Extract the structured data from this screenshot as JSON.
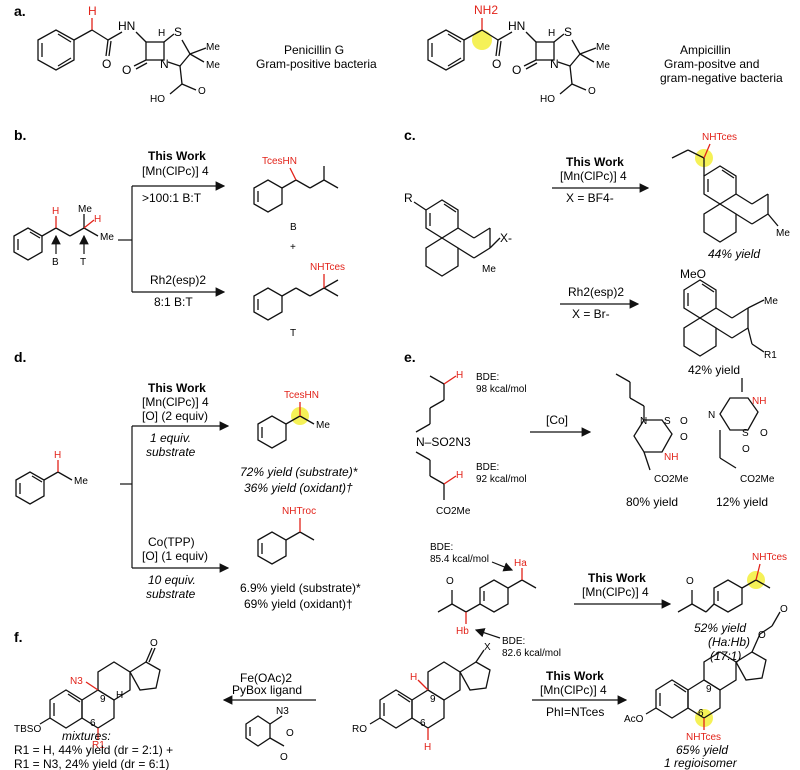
{
  "panels": {
    "a": {
      "label": "a.",
      "penicillin_name": "Penicillin G",
      "penicillin_desc": "Gram-positive bacteria",
      "ampicillin_name": "Ampicillin",
      "ampicillin_desc1": "Gram-positve and",
      "ampicillin_desc2": "gram-negative bacteria",
      "atom_H": "H",
      "atom_NH2": "NH2",
      "atom_HN": "HN",
      "atom_S": "S",
      "atom_N": "N",
      "atom_O": "O",
      "atom_HO": "HO",
      "atom_Me": "Me"
    },
    "b": {
      "label": "b.",
      "this_work": "This Work",
      "catalyst": "[Mn(ClPc)] 4",
      "selectivity_top": ">100:1 B:T",
      "rh_catalyst": "Rh2(esp)2",
      "selectivity_bottom": "8:1 B:T",
      "product_top_label": "TcesHN",
      "product_top_tag": "B",
      "plus": "+",
      "product_bottom_label": "NHTces",
      "product_bottom_tag": "T",
      "site_B": "B",
      "site_T": "T",
      "atom_H": "H",
      "atom_Me": "Me"
    },
    "c": {
      "label": "c.",
      "this_work": "This Work",
      "catalyst": "[Mn(ClPc)] 4",
      "x_bf4": "X = BF4-",
      "rh_catalyst": "Rh2(esp)2",
      "x_br": "X = Br-",
      "yield_top": "44% yield",
      "yield_bottom": "42% yield",
      "product_top_label": "NHTces",
      "atom_R": "R",
      "atom_X": "X-",
      "atom_Me": "Me",
      "atom_MeO": "MeO",
      "atom_R1": "R1"
    },
    "d": {
      "label": "d.",
      "this_work": "This Work",
      "catalyst": "[Mn(ClPc)] 4",
      "oxidant_top": "[O] (2 equiv)",
      "substrate_top1": "1 equiv.",
      "substrate_top2": "substrate",
      "yield_top1": "72% yield (substrate)*",
      "yield_top2": "36% yield (oxidant)†",
      "co_catalyst": "Co(TPP)",
      "oxidant_bottom": "[O] (1 equiv)",
      "substrate_bottom1": "10 equiv.",
      "substrate_bottom2": "substrate",
      "yield_bottom1": "6.9% yield (substrate)*",
      "yield_bottom2": "69% yield (oxidant)†",
      "product_top_label": "TcesHN",
      "product_bottom_label": "NHTroc",
      "atom_H": "H",
      "atom_Me": "Me"
    },
    "e": {
      "label": "e.",
      "bde1_label": "BDE:",
      "bde1_value": "98 kcal/mol",
      "bde2_label": "BDE:",
      "bde2_value": "92 kcal/mol",
      "reagent_co": "[Co]",
      "yield_left": "80% yield",
      "yield_right": "12% yield",
      "sulfonyl_azide": "N–SO2N3",
      "co2me": "CO2Me",
      "bde3_label": "BDE:",
      "bde3_value": "85.4 kcal/mol",
      "bde4_label": "BDE:",
      "bde4_value": "82.6 kcal/mol",
      "site_Ha": "Ha",
      "site_Hb": "Hb",
      "this_work": "This Work",
      "catalyst": "[Mn(ClPc)] 4",
      "yield_mn": "52% yield",
      "ratio_label": "(Ha:Hb)",
      "ratio_value": "(17:1)",
      "product_label": "NHTces",
      "atom_H": "H",
      "atom_NH": "NH",
      "atom_N": "N",
      "atom_S": "S",
      "atom_O": "O"
    },
    "f": {
      "label": "f.",
      "left_substituent": "N3",
      "left_tbso": "TBSO",
      "left_r1": "R1",
      "mixtures": "mixtures:",
      "result1": "R1 = H, 44% yield (dr = 2:1) +",
      "result2": "R1 = N3, 24% yield (dr = 6:1)",
      "fe_catalyst": "Fe(OAc)2",
      "ligand": "PyBox ligand",
      "this_work": "This Work",
      "catalyst": "[Mn(ClPc)] 4",
      "oxidant": "PhI=NTces",
      "center_ro": "RO",
      "center_x": "X",
      "right_aco": "AcO",
      "right_label": "NHTces",
      "yield": "65% yield",
      "regio": "1 regioisomer",
      "pos9": "9",
      "pos6": "6",
      "atom_H": "H",
      "atom_N3": "N3",
      "atom_O": "O"
    }
  }
}
